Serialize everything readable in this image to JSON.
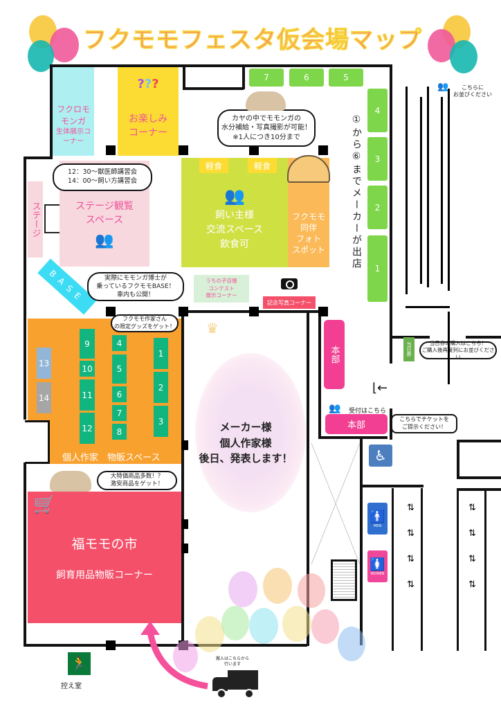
{
  "title": "フクモモフェスタ仮会場マップ",
  "areas": {
    "live_exhibit": {
      "lines": [
        "フクロモ",
        "モンガ",
        "生体展示コ",
        "ーナー"
      ]
    },
    "fun_corner": {
      "lines": [
        "お楽しみ",
        "コーナー"
      ]
    },
    "stage": "ステージ",
    "stage_viewing": {
      "lines": [
        "ステージ観覧",
        "スペース"
      ]
    },
    "owner_exchange": {
      "lines": [
        "飼い主様",
        "交流スペース",
        "飲食可"
      ]
    },
    "snack_labels": [
      "軽食",
      "軽食"
    ],
    "photo_spot": {
      "lines": [
        "フクモモ",
        "同伴",
        "フォト",
        "スポット"
      ]
    },
    "pet_contest": {
      "lines": [
        "うちの子自慢",
        "コンテスト",
        "展示コーナー"
      ]
    },
    "commemorative_photo": "記念写真コーナー",
    "base": "BASE",
    "creator_space": "個人作家　物販スペース",
    "fukumomo_market": {
      "title": "福モモの市",
      "subtitle": "飼育用品物販コーナー"
    },
    "center_announcement": {
      "lines": [
        "メーカー様",
        "個人作家様",
        "後日、発表します！"
      ]
    },
    "hq_vertical": "本部",
    "hq": "本部",
    "reception": "受付はこちら",
    "same_day_ticket": "当日券",
    "green_room": "控え室",
    "men": "MEN",
    "women": "WOMEN"
  },
  "vendor_booths": [
    "7",
    "6",
    "5",
    "4",
    "3",
    "2",
    "1"
  ],
  "vendor_note": "①から⑥までメーカーが出店",
  "creator_booths": [
    "9",
    "10",
    "11",
    "12",
    "4",
    "5",
    "6",
    "7",
    "8",
    "1",
    "2",
    "3",
    "13",
    "14"
  ],
  "bubbles": {
    "kaya": [
      "カヤの中でモモンガの",
      "水分補給・写真撮影が可能！",
      "※1人につき10分まで"
    ],
    "lectures": [
      "12：30〜獣医師講習会",
      "14：00〜飼い方講習会"
    ],
    "base": [
      "実際にモモンガ博士が",
      "乗っているフクモモBASE！",
      "車内も公開！"
    ],
    "creator": [
      "フクモモ作家さん",
      "の限定グッズをゲット！"
    ],
    "market": [
      "大特価商品多数！？",
      "激安商品をゲット！"
    ],
    "ticket_buy": [
      "当日券の購入はこちら！",
      "ご購入後再度列にお並びください"
    ],
    "ticket_show": [
      "こちらでチケットを",
      "ご提示ください！"
    ]
  },
  "queue_note": [
    "こちらに",
    "お並びください"
  ],
  "delivery_note": [
    "搬入はこちらから",
    "行います"
  ],
  "colors": {
    "title": "#f05a9a",
    "green": "#12b57d",
    "orange": "#f9a12e",
    "lime": "#cfe043",
    "pink": "#f0519a",
    "red": "#f5506a",
    "cyan": "#3ddcf5"
  }
}
